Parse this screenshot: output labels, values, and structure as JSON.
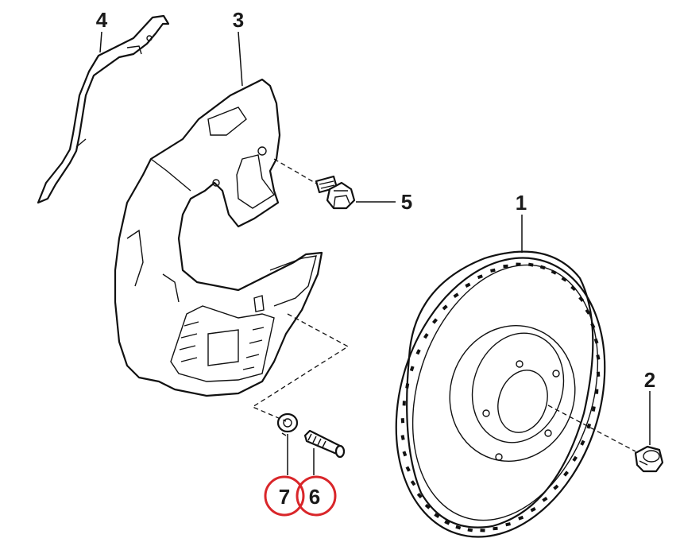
{
  "callouts": {
    "c1": "1",
    "c2": "2",
    "c3": "3",
    "c4": "4",
    "c5": "5",
    "c6": "6",
    "c7": "7"
  },
  "colors": {
    "line": "#111111",
    "highlight": "#d9262a",
    "background": "#ffffff"
  },
  "highlighted_callouts": [
    "6",
    "7"
  ]
}
